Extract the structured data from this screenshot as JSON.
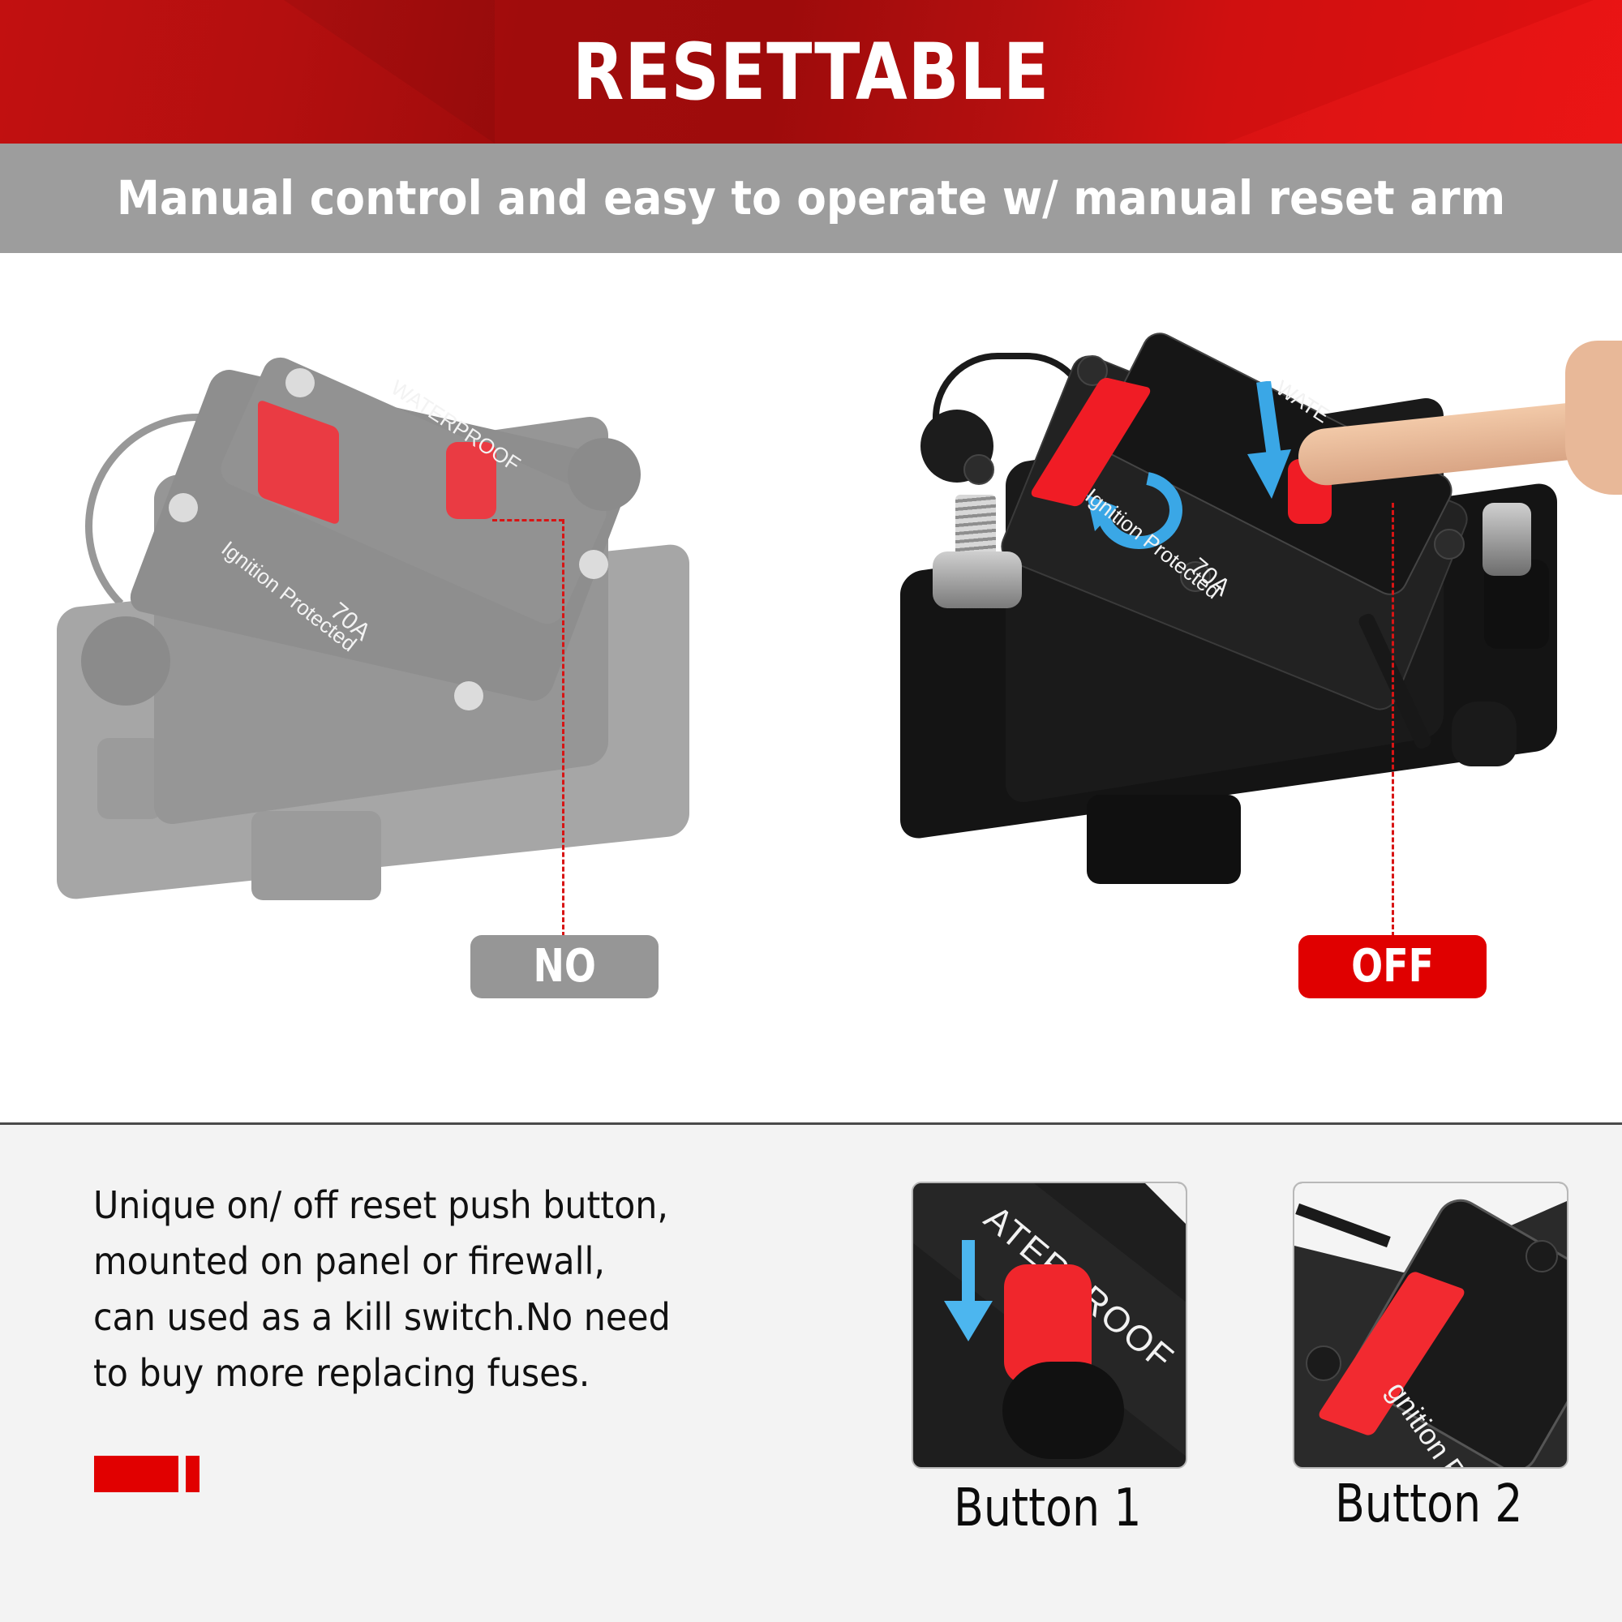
{
  "header": {
    "title": "RESETTABLE",
    "subtitle": "Manual control and easy to operate w/ manual reset arm",
    "colors": {
      "red_band": "#b30f0f",
      "grey_band": "#9d9d9d"
    }
  },
  "products": {
    "left": {
      "state_label": "NO",
      "label_color": "#969696",
      "print_top": "WATERPROOF",
      "print_rating": "70A",
      "print_side": "Ignition Protected"
    },
    "right": {
      "state_label": "OFF",
      "label_color": "#e00000",
      "print_top": "WATE",
      "print_rating": "70A",
      "print_side": "Ignition Protected",
      "arrow_icons": [
        "press-down-arrow",
        "rotate-arrow"
      ]
    }
  },
  "description": {
    "lines": [
      "Unique on/ off reset push button,",
      "mounted on panel or firewall,",
      "can used as a kill switch.No need",
      "to buy more replacing fuses."
    ],
    "accent_color": "#e10000"
  },
  "thumbnails": [
    {
      "caption": "Button 1",
      "print": "ATERPROOF"
    },
    {
      "caption": "Button 2",
      "print": "gnition Pr"
    }
  ]
}
